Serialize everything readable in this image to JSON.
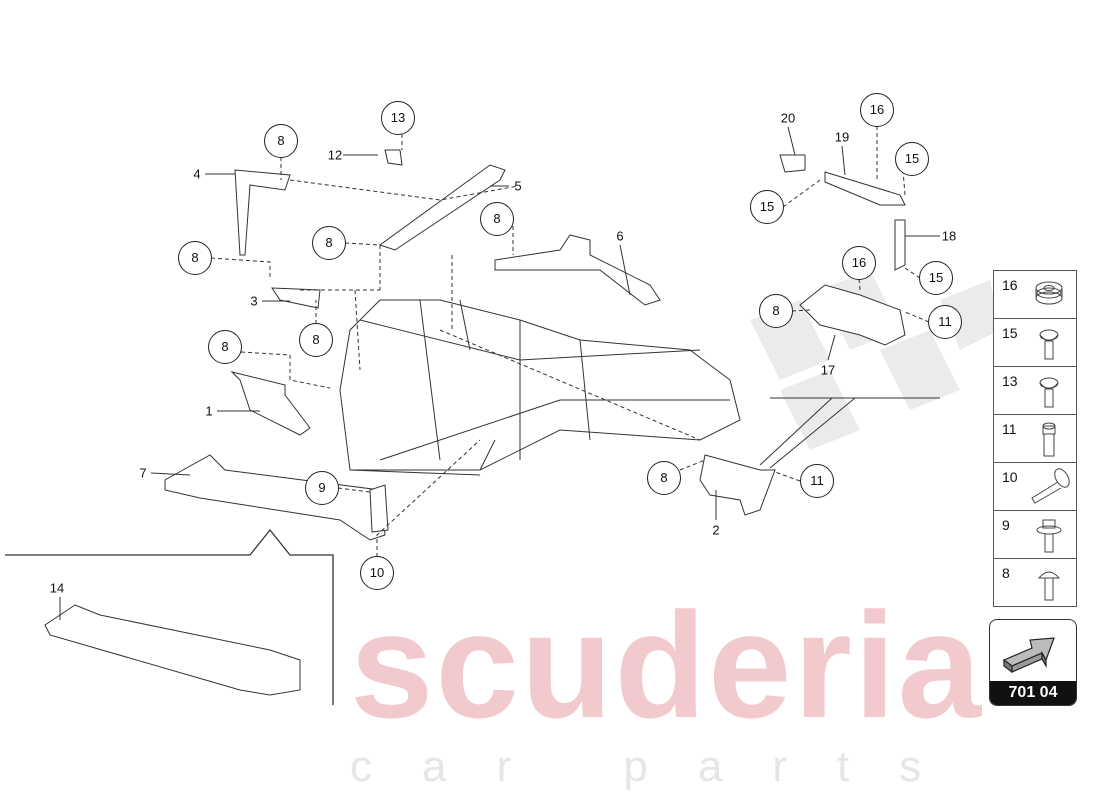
{
  "watermark": {
    "brand": "scuderia",
    "subtitle": "car parts"
  },
  "callouts": [
    {
      "label": "8",
      "circled": true
    },
    {
      "label": "13",
      "circled": true
    },
    {
      "label": "8",
      "circled": true
    },
    {
      "label": "8",
      "circled": true
    },
    {
      "label": "8",
      "circled": true
    },
    {
      "label": "8",
      "circled": true
    },
    {
      "label": "8",
      "circled": true
    },
    {
      "label": "9",
      "circled": true
    },
    {
      "label": "10",
      "circled": true
    },
    {
      "label": "8",
      "circled": true
    },
    {
      "label": "11",
      "circled": true
    },
    {
      "label": "16",
      "circled": true
    },
    {
      "label": "15",
      "circled": true
    },
    {
      "label": "15",
      "circled": true
    },
    {
      "label": "16",
      "circled": true
    },
    {
      "label": "15",
      "circled": true
    },
    {
      "label": "8",
      "circled": true
    },
    {
      "label": "11",
      "circled": true
    },
    {
      "label": "12",
      "circled": false
    },
    {
      "label": "4",
      "circled": false
    },
    {
      "label": "5",
      "circled": false
    },
    {
      "label": "6",
      "circled": false
    },
    {
      "label": "3",
      "circled": false
    },
    {
      "label": "1",
      "circled": false
    },
    {
      "label": "7",
      "circled": false
    },
    {
      "label": "2",
      "circled": false
    },
    {
      "label": "20",
      "circled": false
    },
    {
      "label": "19",
      "circled": false
    },
    {
      "label": "18",
      "circled": false
    },
    {
      "label": "17",
      "circled": false
    },
    {
      "label": "14",
      "circled": false
    }
  ],
  "legend": [
    {
      "number": "16",
      "icon": "grommet-icon"
    },
    {
      "number": "15",
      "icon": "flange-screw-icon"
    },
    {
      "number": "13",
      "icon": "flange-screw-icon"
    },
    {
      "number": "11",
      "icon": "socket-bolt-icon"
    },
    {
      "number": "10",
      "icon": "long-bolt-icon"
    },
    {
      "number": "9",
      "icon": "hex-bolt-icon"
    },
    {
      "number": "8",
      "icon": "pan-head-bolt-icon"
    }
  ],
  "diagram_code": "701 04"
}
